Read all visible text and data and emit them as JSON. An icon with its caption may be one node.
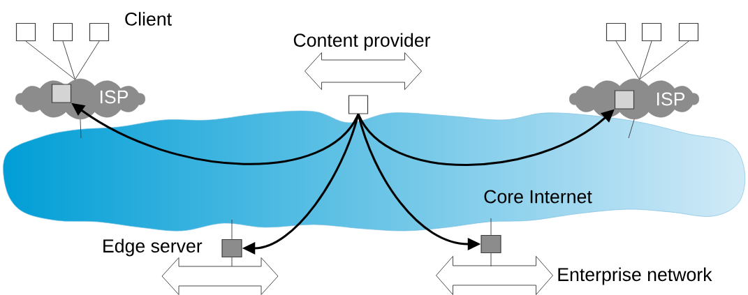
{
  "diagram": {
    "nodes": [
      {
        "text": [
          "ISP"
        ]
      },
      {
        "text": [],
        "shape": "box",
        "in": 0
      },
      {
        "text": [],
        "shape": "box"
      },
      {
        "text": [],
        "shape": "box"
      },
      {
        "text": [],
        "shape": "box"
      },
      {
        "text": [
          "ISP"
        ]
      },
      {
        "text": [],
        "shape": "box",
        "in": 5
      },
      {
        "text": [],
        "shape": "box"
      },
      {
        "text": [],
        "shape": "box"
      },
      {
        "text": [],
        "shape": "box"
      },
      {
        "text": [],
        "shape": "arrow",
        "beside": [
          "Content provider"
        ]
      },
      {
        "text": [],
        "shape": "box"
      },
      {
        "text": [],
        "shape": "box"
      },
      {
        "text": [],
        "shape": "arrow"
      },
      {
        "text": [],
        "shape": "box"
      },
      {
        "text": [],
        "shape": "arrow",
        "beside": [
          "Enterprise network"
        ]
      }
    ],
    "edges": [
      {
        "from": 2,
        "to": 0,
        "arrow": "none"
      },
      {
        "from": 3,
        "to": 0,
        "arrow": "none"
      },
      {
        "from": 4,
        "to": 0,
        "arrow": "none"
      },
      {
        "from": 0,
        "to": null,
        "arrow": "none"
      },
      {
        "from": 7,
        "to": 5,
        "arrow": "none"
      },
      {
        "from": 8,
        "to": 5,
        "arrow": "none"
      },
      {
        "from": 9,
        "to": 5,
        "arrow": "none"
      },
      {
        "from": 5,
        "to": null,
        "arrow": "none"
      },
      {
        "from": 11,
        "to": 1,
        "arrow": "to",
        "style": "thick"
      },
      {
        "from": 11,
        "to": 6,
        "arrow": "to",
        "style": "thick"
      },
      {
        "from": 11,
        "to": 12,
        "arrow": "to",
        "style": "thick"
      },
      {
        "from": 11,
        "to": 14,
        "arrow": "to",
        "style": "thick"
      },
      {
        "from": 12,
        "to": null,
        "arrow": "none"
      },
      {
        "from": 12,
        "to": 13,
        "arrow": "none"
      },
      {
        "from": 14,
        "to": null,
        "arrow": "none"
      },
      {
        "from": 14,
        "to": 15,
        "arrow": "none"
      }
    ],
    "labels": [
      "Client",
      "Core Internet",
      "Edge server"
    ]
  }
}
